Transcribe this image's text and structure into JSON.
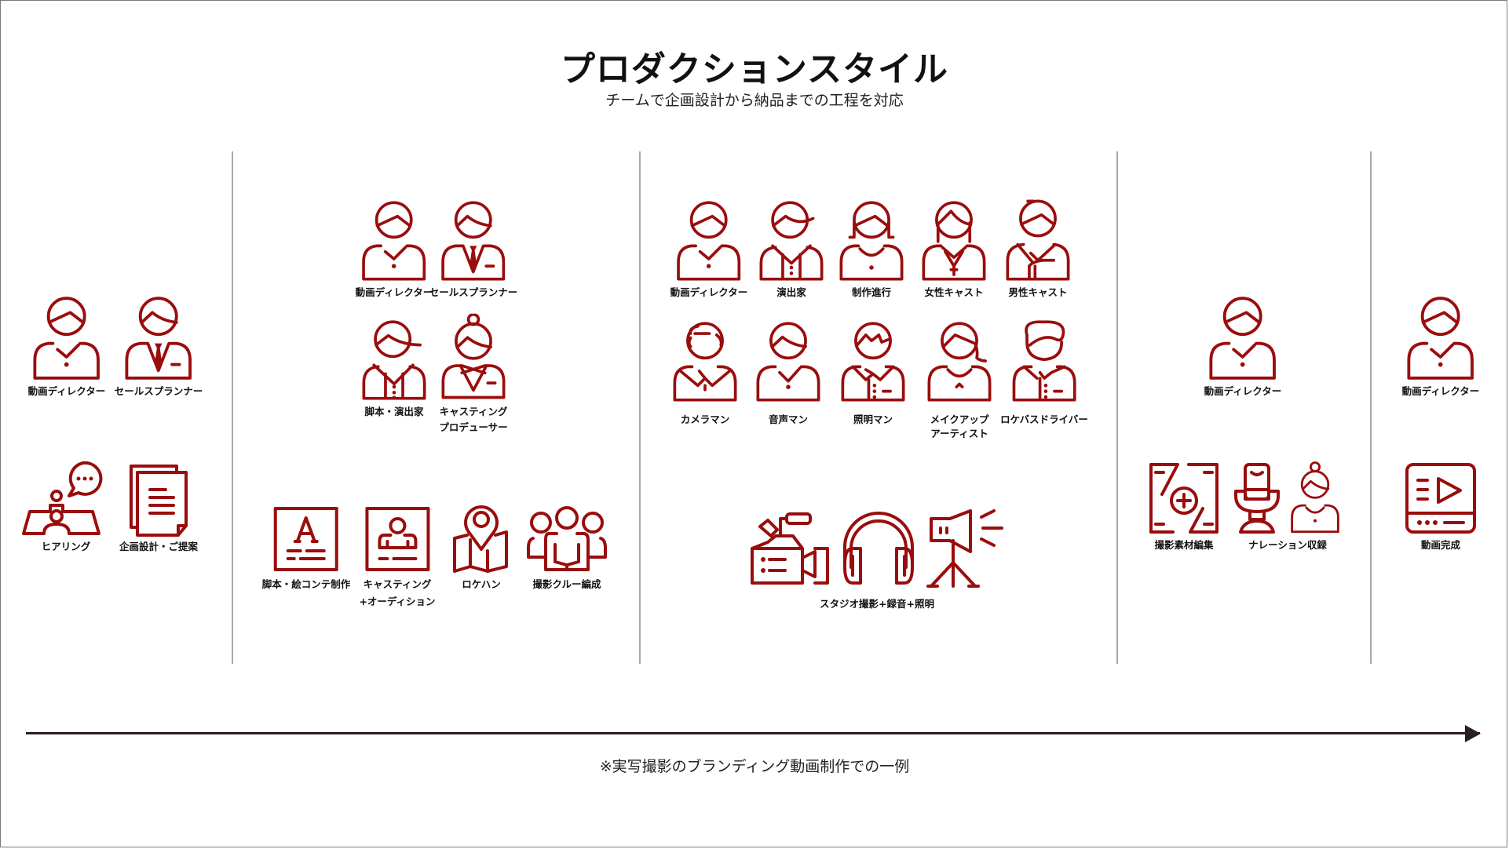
{
  "header": {
    "title": "プロダクションスタイル",
    "subtitle": "チームで企画設計から納品までの工程を対応"
  },
  "colors": {
    "icon": "#9a0d0d",
    "text": "#111111",
    "divider": "#a8a8a8",
    "arrow": "#2a1e1e",
    "background": "#ffffff"
  },
  "phases": [
    {
      "people": [
        {
          "label": "動画ディレクター",
          "icon": "person-director-icon"
        },
        {
          "label": "セールスプランナー",
          "icon": "person-planner-tie-icon"
        }
      ],
      "tasks": [
        {
          "label": "ヒアリング",
          "icon": "meeting-chat-icon"
        },
        {
          "label": "企画設計・ご提案",
          "icon": "document-stack-icon"
        }
      ]
    },
    {
      "people": [
        {
          "label": "動画ディレクター",
          "icon": "person-director-icon"
        },
        {
          "label": "セールスプランナー",
          "icon": "person-planner-tie-icon"
        },
        {
          "label": "脚本・演出家",
          "icon": "person-writer-icon"
        },
        {
          "label_line1": "キャスティング",
          "label_line2": "プロデューサー",
          "icon": "person-casting-producer-icon"
        }
      ],
      "tasks": [
        {
          "label": "脚本・絵コンテ制作",
          "icon": "script-storyboard-icon"
        },
        {
          "label_line1": "キャスティング",
          "label_line2": "+オーディション",
          "icon": "casting-profile-icon"
        },
        {
          "label": "ロケハン",
          "icon": "map-pin-icon"
        },
        {
          "label": "撮影クルー編成",
          "icon": "crew-group-icon"
        }
      ]
    },
    {
      "people": [
        {
          "label": "動画ディレクター",
          "icon": "person-director-icon"
        },
        {
          "label": "演出家",
          "icon": "person-stage-director-icon"
        },
        {
          "label": "制作進行",
          "icon": "person-production-manager-icon"
        },
        {
          "label": "女性キャスト",
          "icon": "person-female-cast-icon"
        },
        {
          "label": "男性キャスト",
          "icon": "person-male-cast-icon"
        },
        {
          "label": "カメラマン",
          "icon": "person-cameraman-icon"
        },
        {
          "label": "音声マン",
          "icon": "person-sound-icon"
        },
        {
          "label": "照明マン",
          "icon": "person-lighting-icon"
        },
        {
          "label_line1": "メイクアップ",
          "label_line2": "アーティスト",
          "icon": "person-makeup-icon"
        },
        {
          "label": "ロケバスドライバー",
          "icon": "person-driver-icon"
        }
      ],
      "tasks": [
        {
          "label": "スタジオ撮影+録音+照明",
          "icons": [
            "video-camera-icon",
            "headphones-icon",
            "studio-light-icon"
          ]
        }
      ]
    },
    {
      "people": [
        {
          "label": "動画ディレクター",
          "icon": "person-director-icon"
        }
      ],
      "tasks": [
        {
          "label": "撮影素材編集",
          "icon": "film-edit-icon"
        },
        {
          "label": "ナレーション収録",
          "icons": [
            "microphone-icon",
            "person-narrator-icon"
          ]
        }
      ]
    },
    {
      "people": [
        {
          "label": "動画ディレクター",
          "icon": "person-director-icon"
        }
      ],
      "tasks": [
        {
          "label": "動画完成",
          "icon": "video-player-icon"
        }
      ]
    }
  ],
  "footer": {
    "note": "※実写撮影のブランディング動画制作での一例"
  }
}
